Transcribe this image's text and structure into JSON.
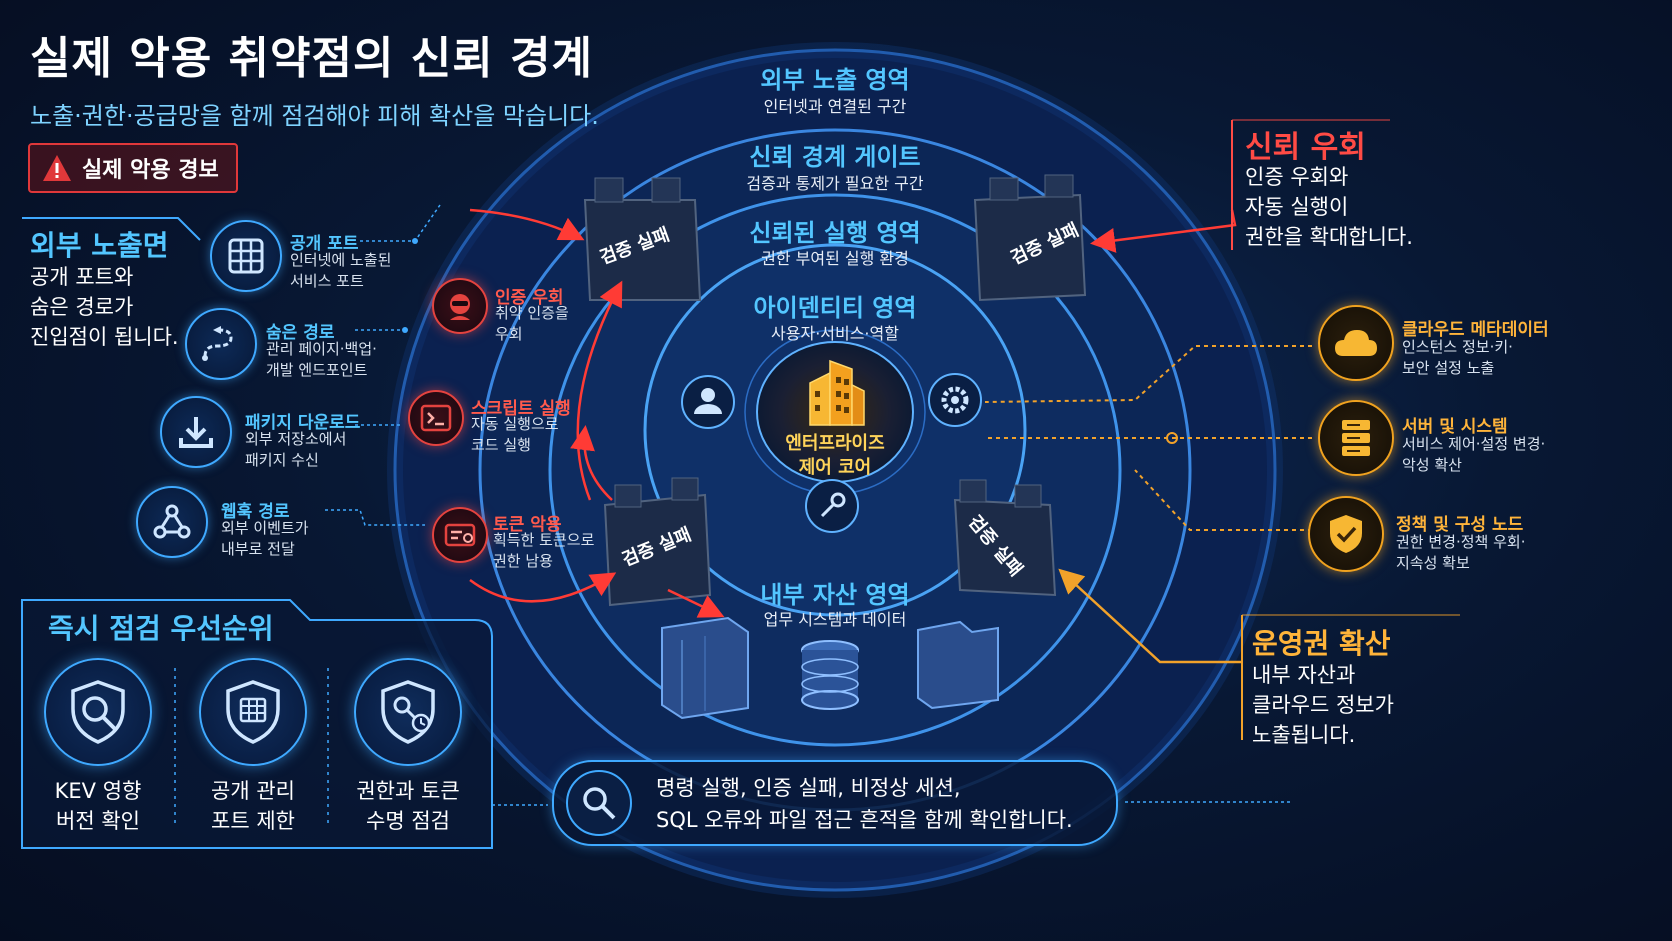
{
  "title": "실제 악용 취약점의 신뢰 경계",
  "subtitle": "노출·권한·공급망을 함께 점검해야 피해 확산을 막습니다.",
  "alert": {
    "label": "실제 악용 경보",
    "icon": "warning-icon",
    "color": "#e0383a"
  },
  "left_panel": {
    "heading": "외부 노출면",
    "description": "공개 포트와\n숨은 경로가\n진입점이 됩니다.",
    "items": [
      {
        "icon": "grid-port-icon",
        "title": "공개 포트",
        "desc": "인터넷에 노출된\n서비스 포트"
      },
      {
        "icon": "hidden-path-icon",
        "title": "숨은 경로",
        "desc": "관리 페이지·백업·\n개발 엔드포인트"
      },
      {
        "icon": "download-icon",
        "title": "패키지 다운로드",
        "desc": "외부 저장소에서\n패키지 수신"
      },
      {
        "icon": "webhook-icon",
        "title": "웹훅 경로",
        "desc": "외부 이벤트가\n내부로 전달"
      }
    ]
  },
  "attacks": [
    {
      "icon": "hacker-icon",
      "title": "인증 우회",
      "desc": "취약 인증을\n우회"
    },
    {
      "icon": "terminal-icon",
      "title": "스크립트 실행",
      "desc": "자동 실행으로\n코드 실행"
    },
    {
      "icon": "token-icon",
      "title": "토큰 악용",
      "desc": "획득한 토큰으로\n권한 남용"
    }
  ],
  "rings": [
    {
      "title": "외부 노출 영역",
      "sub": "인터넷과 연결된 구간"
    },
    {
      "title": "신뢰 경계 게이트",
      "sub": "검증과 통제가 필요한 구간"
    },
    {
      "title": "신뢰된 실행 영역",
      "sub": "권한 부여된 실행 환경"
    },
    {
      "title": "아이덴티티 영역",
      "sub": "사용자·서비스·역할"
    },
    {
      "title": "내부 자산 영역",
      "sub": "업무 시스템과 데이터"
    }
  ],
  "core": {
    "label": "엔터프라이즈\n제어 코어",
    "icon": "building-icon"
  },
  "wall_label": "검증 실패",
  "right_top": {
    "heading": "신뢰 우회",
    "description": "인증 우회와\n자동 실행이\n권한을 확대합니다."
  },
  "right_items": [
    {
      "icon": "cloud-icon",
      "title": "클라우드 메타데이터",
      "desc": "인스턴스 정보·키·\n보안 설정 노출"
    },
    {
      "icon": "server-icon",
      "title": "서버 및 시스템",
      "desc": "서비스 제어·설정 변경·\n악성 확산"
    },
    {
      "icon": "shield-check-icon",
      "title": "정책 및 구성 노드",
      "desc": "권한 변경·정책 우회·\n지속성 확보"
    }
  ],
  "right_bottom": {
    "heading": "운영권 확산",
    "description": "내부 자산과\n클라우드 정보가\n노출됩니다."
  },
  "priority": {
    "heading": "즉시 점검 우선순위",
    "items": [
      {
        "icon": "shield-search-icon",
        "label": "KEV 영향\n버전 확인"
      },
      {
        "icon": "shield-grid-icon",
        "label": "공개 관리\n포트 제한"
      },
      {
        "icon": "shield-key-icon",
        "label": "권한과 토큰\n수명 점검"
      }
    ]
  },
  "bottom_note": "명령 실행, 인증 실패, 비정상 세션,\nSQL 오류와 파일 접근 흔적을 함께 확인합니다.",
  "colors": {
    "accent": "#53c6ff",
    "danger": "#ff4b45",
    "warning": "#ffb43a",
    "core": "#f7b733"
  }
}
